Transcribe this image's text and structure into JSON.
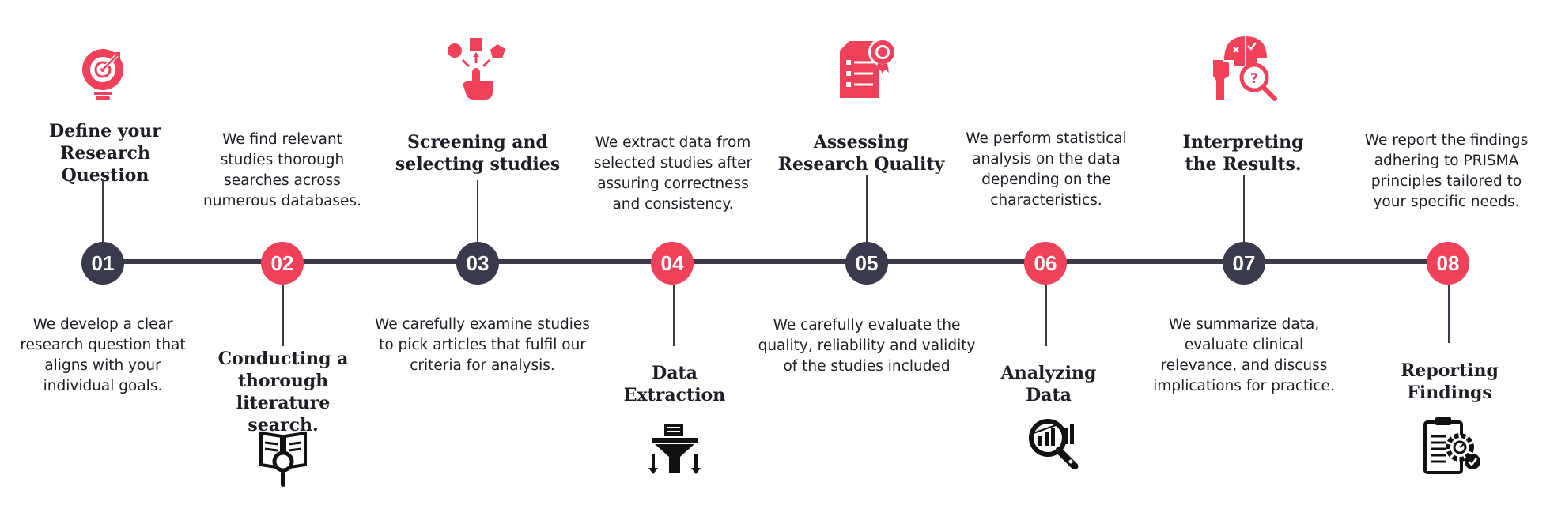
{
  "colors": {
    "accent": "#f0415a",
    "dark": "#393a4c",
    "icon_dark": "#111111"
  },
  "steps": [
    {
      "number": "01",
      "title": "Define your Research Question",
      "description": "We develop a clear research question that aligns with your individual goals.",
      "icon": "target-bulb-icon"
    },
    {
      "number": "02",
      "title": "Conducting a thorough literature search.",
      "description": "We find relevant studies thorough searches across numerous databases.",
      "icon": "book-magnifier-icon"
    },
    {
      "number": "03",
      "title": "Screening and selecting studies",
      "description": "We carefully examine studies to pick articles that fulfil our criteria for analysis.",
      "icon": "hand-select-shapes-icon"
    },
    {
      "number": "04",
      "title": "Data Extraction",
      "description": "We extract data from selected studies after assuring correctness and consistency.",
      "icon": "data-funnel-icon"
    },
    {
      "number": "05",
      "title": "Assessing Research Quality",
      "description": "We carefully evaluate the quality, reliability and validity of the studies included",
      "icon": "document-badge-icon"
    },
    {
      "number": "06",
      "title": "Analyzing Data",
      "description": "We perform statistical analysis on the data depending on the characteristics.",
      "icon": "chart-magnifier-icon"
    },
    {
      "number": "07",
      "title": "Interpreting the Results.",
      "description": "We summarize data, evaluate clinical relevance, and discuss implications for practice.",
      "icon": "puzzle-head-icon"
    },
    {
      "number": "08",
      "title": "Reporting Findings",
      "description": "We report the findings adhering to PRISMA principles tailored to your specific needs.",
      "icon": "clipboard-gear-icon"
    }
  ]
}
